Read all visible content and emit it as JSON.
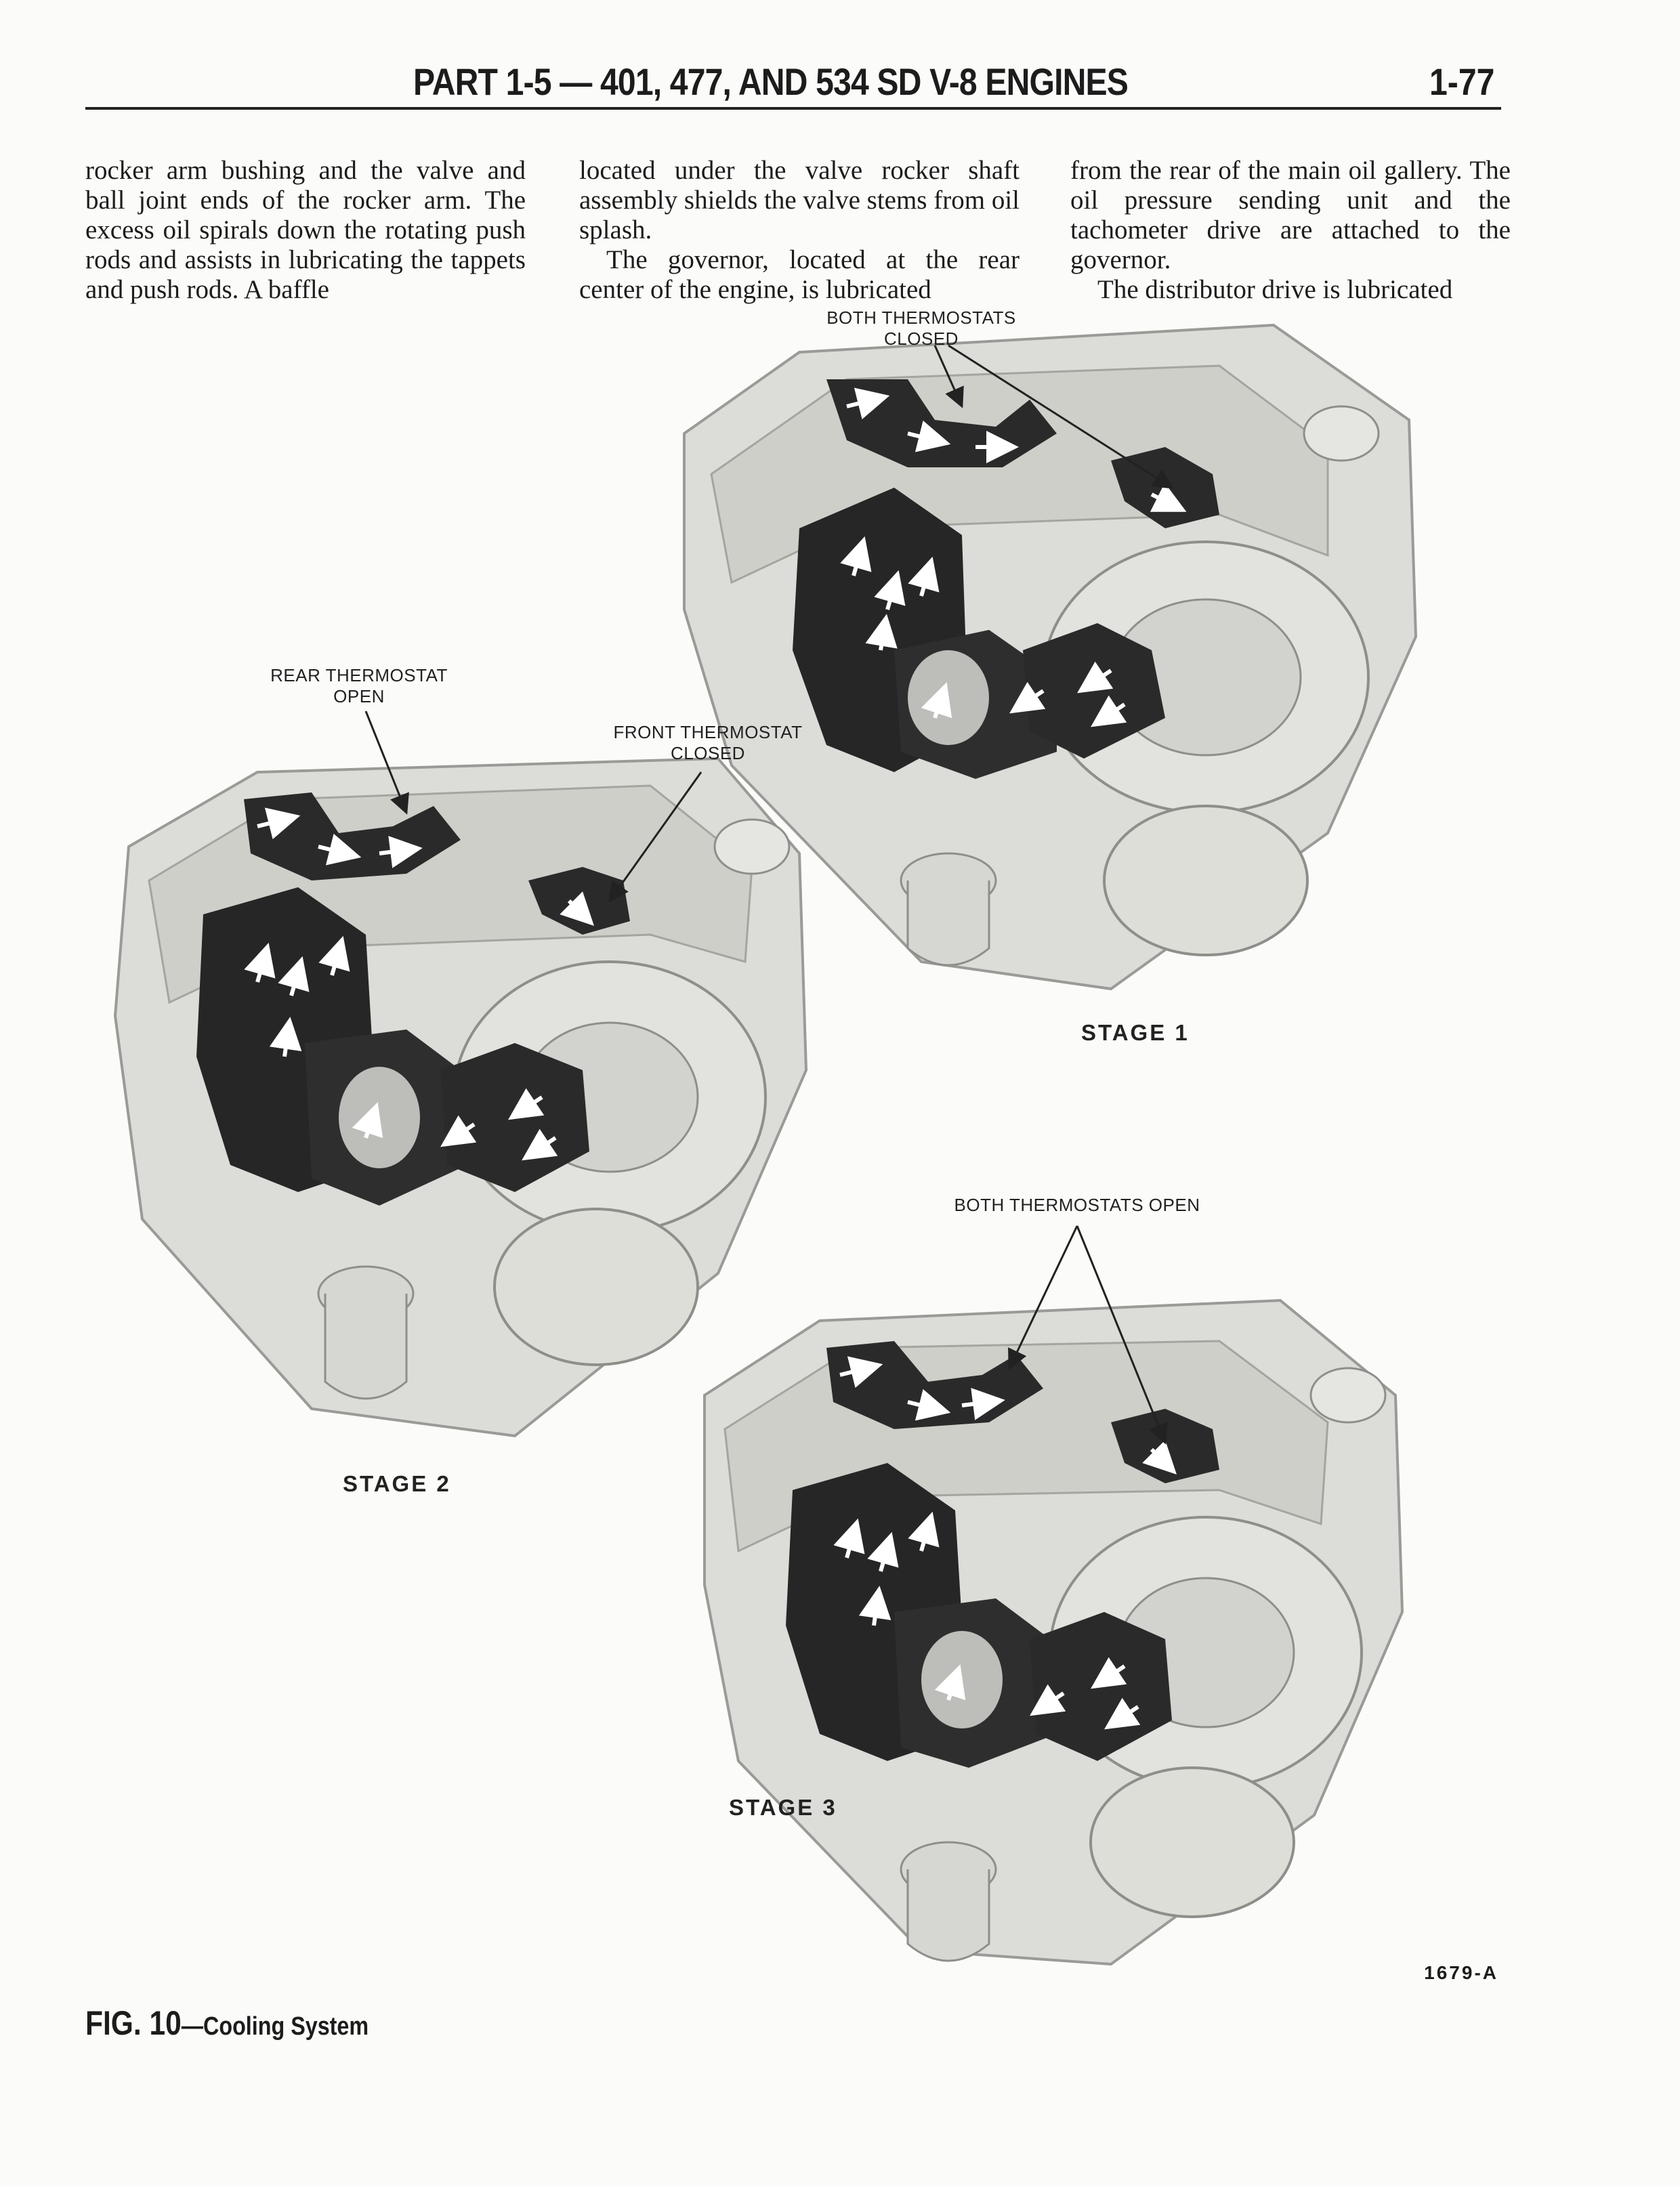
{
  "header": {
    "title": "PART 1-5 — 401, 477, AND 534 SD V-8 ENGINES",
    "page_number": "1-77"
  },
  "columns": {
    "col1": "rocker arm bushing and the valve and ball joint ends of the rocker arm. The excess oil spirals down the rotating push rods and assists in lubricating the tappets and push rods. A baffle",
    "col2_p1": "located under the valve rocker shaft assembly shields the valve stems from oil splash.",
    "col2_p2": "The governor, located at the rear center of the engine, is lubricated",
    "col3_p1": "from the rear of the main oil gallery. The oil pressure sending unit and the tachometer drive are attached to the governor.",
    "col3_p2": "The distributor drive is lubricated"
  },
  "figure": {
    "stage1": {
      "label_line1": "BOTH THERMOSTATS",
      "label_line2": "CLOSED",
      "stage_label": "STAGE 1"
    },
    "stage2": {
      "rear_label_line1": "REAR THERMOSTAT",
      "rear_label_line2": "OPEN",
      "front_label_line1": "FRONT THERMOSTAT",
      "front_label_line2": "CLOSED",
      "stage_label": "STAGE 2"
    },
    "stage3": {
      "label": "BOTH THERMOSTATS OPEN",
      "stage_label": "STAGE 3"
    },
    "figure_number": "1679-A",
    "caption_fig": "FIG. 10",
    "caption_text": "—Cooling System"
  }
}
